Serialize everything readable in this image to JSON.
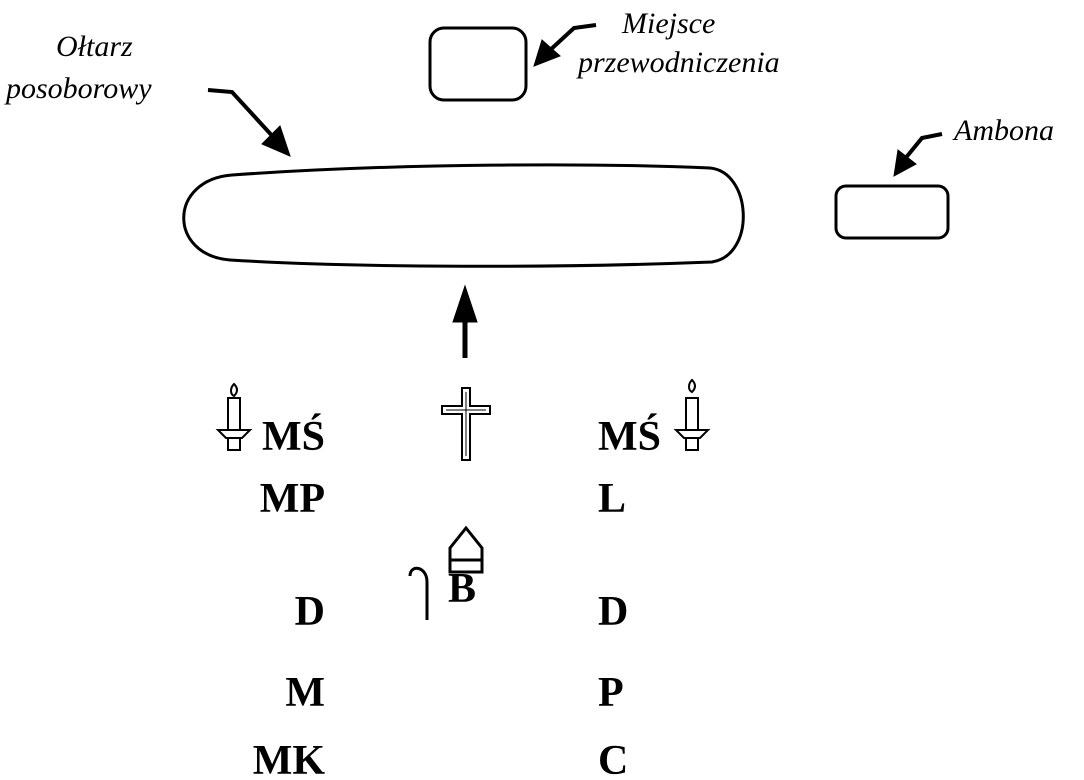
{
  "labels": {
    "altar_line1": "Ołtarz",
    "altar_line2": "posoborowy",
    "chair_line1": "Miejsce",
    "chair_line2": "przewodniczenia",
    "ambo": "Ambona"
  },
  "positions": {
    "left_row1": "MŚ",
    "left_row2": "MP",
    "left_row3": "D",
    "left_row4": "M",
    "left_row5": "MK",
    "right_row1": "MŚ",
    "right_row2": "L",
    "right_row3": "D",
    "right_row4": "P",
    "right_row5": "C",
    "bishop": "B"
  },
  "icons": [
    "candle-icon",
    "cross-icon",
    "mitre-icon",
    "crozier-icon",
    "arrow-icon"
  ],
  "colors": {
    "ink": "#000000",
    "background": "#ffffff"
  }
}
